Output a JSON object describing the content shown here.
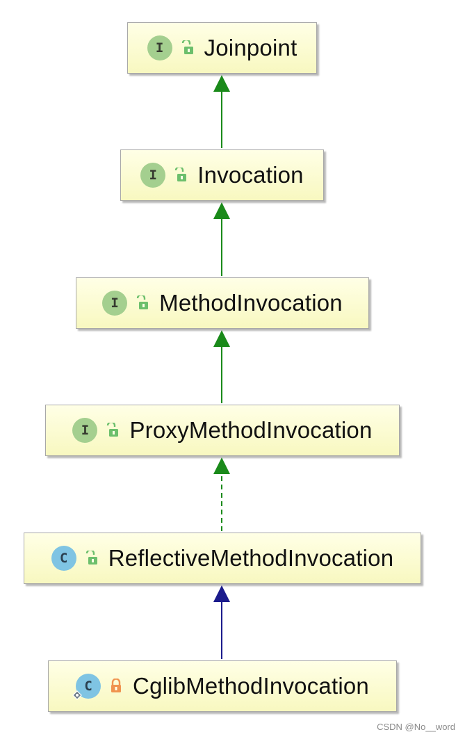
{
  "diagram": {
    "nodes": [
      {
        "id": "joinpoint",
        "name": "Joinpoint",
        "kind": "interface",
        "kind_letter": "I",
        "visibility": "public"
      },
      {
        "id": "invocation",
        "name": "Invocation",
        "kind": "interface",
        "kind_letter": "I",
        "visibility": "public"
      },
      {
        "id": "method-invocation",
        "name": "MethodInvocation",
        "kind": "interface",
        "kind_letter": "I",
        "visibility": "public"
      },
      {
        "id": "proxy-method-invocation",
        "name": "ProxyMethodInvocation",
        "kind": "interface",
        "kind_letter": "I",
        "visibility": "public"
      },
      {
        "id": "reflective-method-invocation",
        "name": "ReflectiveMethodInvocation",
        "kind": "class",
        "kind_letter": "C",
        "visibility": "public"
      },
      {
        "id": "cglib-method-invocation",
        "name": "CglibMethodInvocation",
        "kind": "class",
        "kind_letter": "C",
        "visibility": "private",
        "overlay": "static-nested"
      }
    ],
    "edges": [
      {
        "from": "invocation",
        "to": "joinpoint",
        "relation": "extends",
        "line": "solid",
        "color": "#1a8a1a"
      },
      {
        "from": "method-invocation",
        "to": "invocation",
        "relation": "extends",
        "line": "solid",
        "color": "#1a8a1a"
      },
      {
        "from": "proxy-method-invocation",
        "to": "method-invocation",
        "relation": "extends",
        "line": "solid",
        "color": "#1a8a1a"
      },
      {
        "from": "reflective-method-invocation",
        "to": "proxy-method-invocation",
        "relation": "implements",
        "line": "dashed",
        "color": "#1a8a1a"
      },
      {
        "from": "cglib-method-invocation",
        "to": "reflective-method-invocation",
        "relation": "extends",
        "line": "solid",
        "color": "#1b1b8c"
      }
    ]
  },
  "colors": {
    "node_fill": "#f8f8c0",
    "interface_icon": "#a4cf8f",
    "class_icon": "#7fc4e3",
    "public_lock": "#6cbf6c",
    "private_lock": "#f0934f",
    "interface_edge": "#1a8a1a",
    "class_edge": "#1b1b8c"
  },
  "watermark": "CSDN @No__word"
}
